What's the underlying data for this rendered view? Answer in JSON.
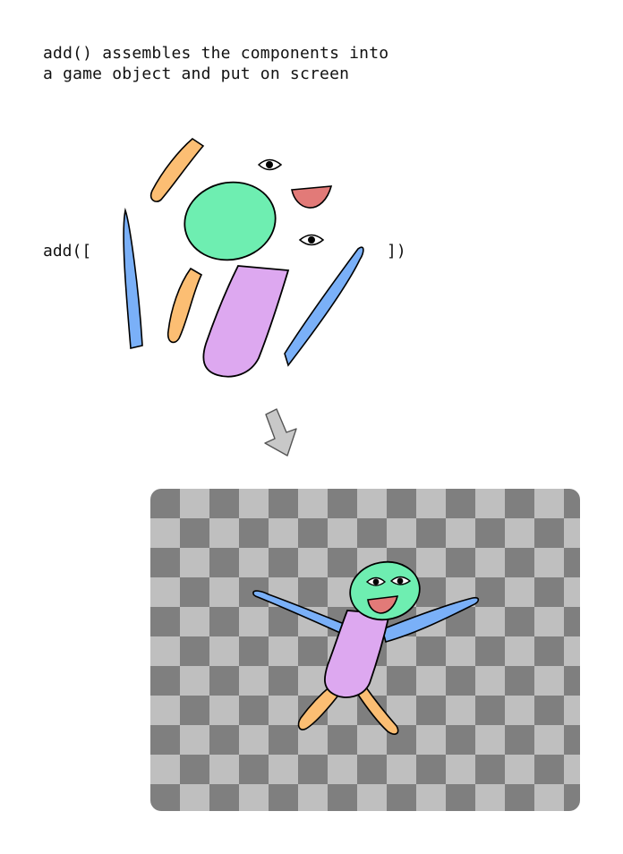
{
  "caption": {
    "line1": "add() assembles the components into",
    "line2": "a game object and put on screen"
  },
  "code": {
    "open": "add([",
    "close": "])"
  },
  "colors": {
    "head": "#6EEEB1",
    "body": "#DDA8F0",
    "arm": "#7AB0F8",
    "leg": "#FCBE73",
    "mouth": "#E27A78",
    "outline": "#000000",
    "arrow": "#C8C8C8",
    "checker_light": "#BFBFBF",
    "checker_dark": "#7F7F7F"
  }
}
